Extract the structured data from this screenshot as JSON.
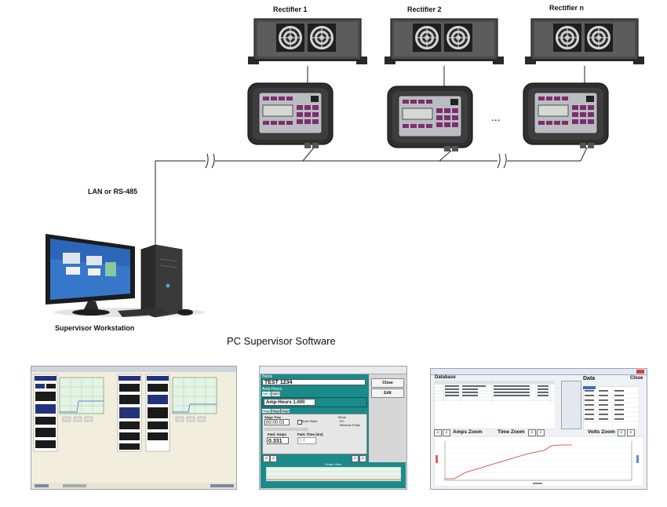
{
  "rectifiers": [
    {
      "label": "Rectifier 1"
    },
    {
      "label": "Rectifier 2"
    },
    {
      "label": "Rectifier n"
    }
  ],
  "ellipsis": "...",
  "link_label": "LAN or RS-485",
  "workstation_label": "Supervisor Workstation",
  "software_title": "PC Supervisor Software",
  "screen2": {
    "name_label": "Name",
    "name_value": "TEST 1234",
    "amp_hours_label": "Amp-Hours",
    "cell_tabs": [
      "Cell 1",
      "Cell 2"
    ],
    "amp_hours_field": "Amp-Hours 1.000",
    "stage_tabs": [
      "Stage 1",
      "Stage 2",
      "Stage 3"
    ],
    "stage_time_label": "Stage Time",
    "stage_time_value": "00:00:03",
    "auto_raise": "Auto Raise",
    "mode_label": "Mode",
    "mode_dc": "DC",
    "mode_reverse": "Reverse Pulse",
    "fwd_amps_label": "Fwd. Amps",
    "fwd_amps_value": "0.331",
    "fwd_time_label": "Fwd. Time (ms)",
    "fwd_time_value": "0.0",
    "close_button": "Close",
    "edit_button": "Edit",
    "graph_title": "Graph View"
  },
  "screen3": {
    "database_title": "Database",
    "data_title": "Data",
    "close_button": "Close",
    "amps_zoom": "Amps Zoom",
    "time_zoom": "Time Zoom",
    "volts_zoom": "Volts Zoom"
  },
  "colors": {
    "teal": "#1b8a8a",
    "navy": "#23337a",
    "plot_line": "#d83030",
    "screen1_bg": "#f1eedd"
  }
}
